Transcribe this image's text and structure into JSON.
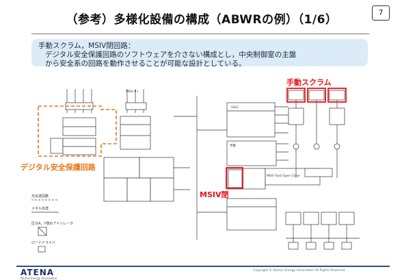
{
  "header": {
    "title": "（参考）多様化設備の構成（ABWRの例）（1/6）",
    "page_number": "7"
  },
  "note": {
    "line1": "手動スクラム，MSIV閉回路：",
    "line2": "デジタル安全保護回路のソフトウェアを介さない構成とし，中央制御室の主盤",
    "line3": "から安全系の回路を動作させることが可能な設計としている。"
  },
  "callouts": {
    "manual_scram": "手動スクラム",
    "msiv_close": "MSIV閉",
    "digital_protection": "デジタル安全保護回路"
  },
  "legend": {
    "optical": "光伝送回路",
    "metal": "メタル伝送",
    "isolator": "区分A，Y側のアイソレータ",
    "load_driver": "ロードドライバ"
  },
  "footer": {
    "logo": "ATENA",
    "logo_sub": "Atomic Energy Association",
    "copyright": "Copyright © Atomic Energy Association All Rights Reserved."
  },
  "colors": {
    "accent_red": "#e8111a",
    "accent_orange": "#e8761a",
    "note_bg": "#dcebf8",
    "footer_blue": "#2a4f8f"
  }
}
